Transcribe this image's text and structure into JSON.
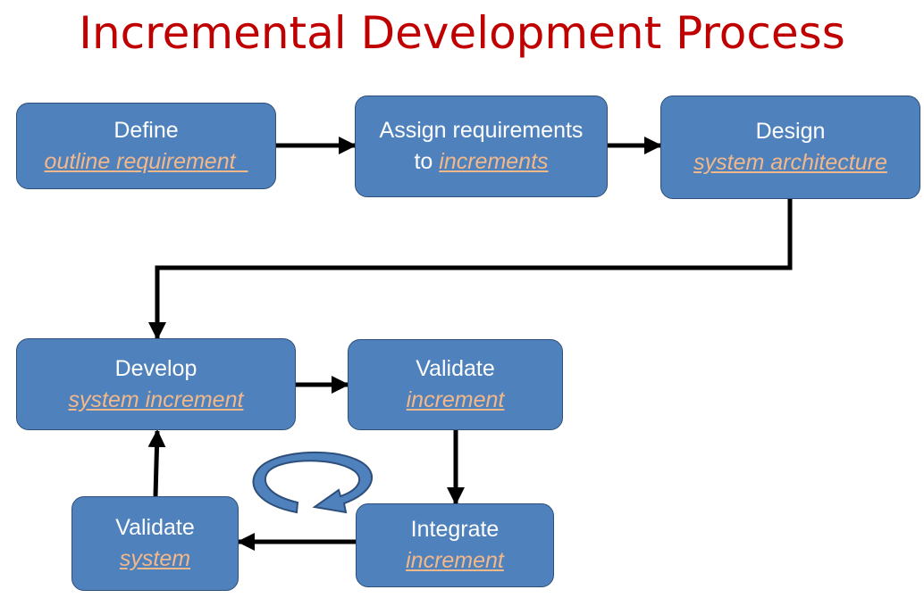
{
  "title": "Incremental Development Process",
  "colors": {
    "title": "#c00000",
    "box_fill": "#4f81bd",
    "box_text": "#ffffff",
    "highlight_text": "#f2b889",
    "arrow": "#000000",
    "cycle_icon": "#4f81bd"
  },
  "steps": {
    "define": {
      "line1": "Define",
      "line2": "outline requirement  "
    },
    "assign": {
      "line1": "Assign requirements",
      "line2_prefix": "to ",
      "line2": "increments"
    },
    "design": {
      "line1": "Design",
      "line2": "system architecture"
    },
    "develop": {
      "line1": "Develop",
      "line2": "system increment"
    },
    "validate_increment": {
      "line1": "Validate",
      "line2": "increment"
    },
    "integrate": {
      "line1": "Integrate",
      "line2": "increment"
    },
    "validate_system": {
      "line1": "Validate",
      "line2": "system"
    }
  },
  "icons": {
    "cycle": "circular-arrow-icon"
  }
}
